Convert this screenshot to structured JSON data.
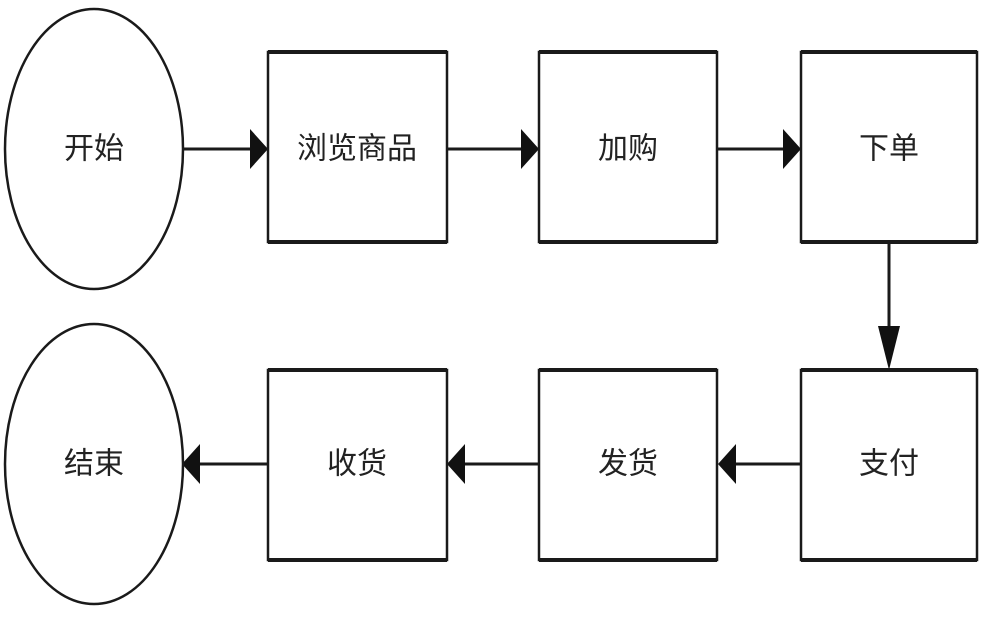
{
  "diagram": {
    "nodes": {
      "start": {
        "label": "开始",
        "shape": "circle"
      },
      "browse": {
        "label": "浏览商品",
        "shape": "rect"
      },
      "add_cart": {
        "label": "加购",
        "shape": "rect"
      },
      "order": {
        "label": "下单",
        "shape": "rect"
      },
      "pay": {
        "label": "支付",
        "shape": "rect"
      },
      "ship": {
        "label": "发货",
        "shape": "rect"
      },
      "receive": {
        "label": "收货",
        "shape": "rect"
      },
      "end": {
        "label": "结束",
        "shape": "circle"
      }
    },
    "edges": [
      {
        "from": "start",
        "to": "browse"
      },
      {
        "from": "browse",
        "to": "add_cart"
      },
      {
        "from": "add_cart",
        "to": "order"
      },
      {
        "from": "order",
        "to": "pay"
      },
      {
        "from": "pay",
        "to": "ship"
      },
      {
        "from": "ship",
        "to": "receive"
      },
      {
        "from": "receive",
        "to": "end"
      }
    ]
  }
}
